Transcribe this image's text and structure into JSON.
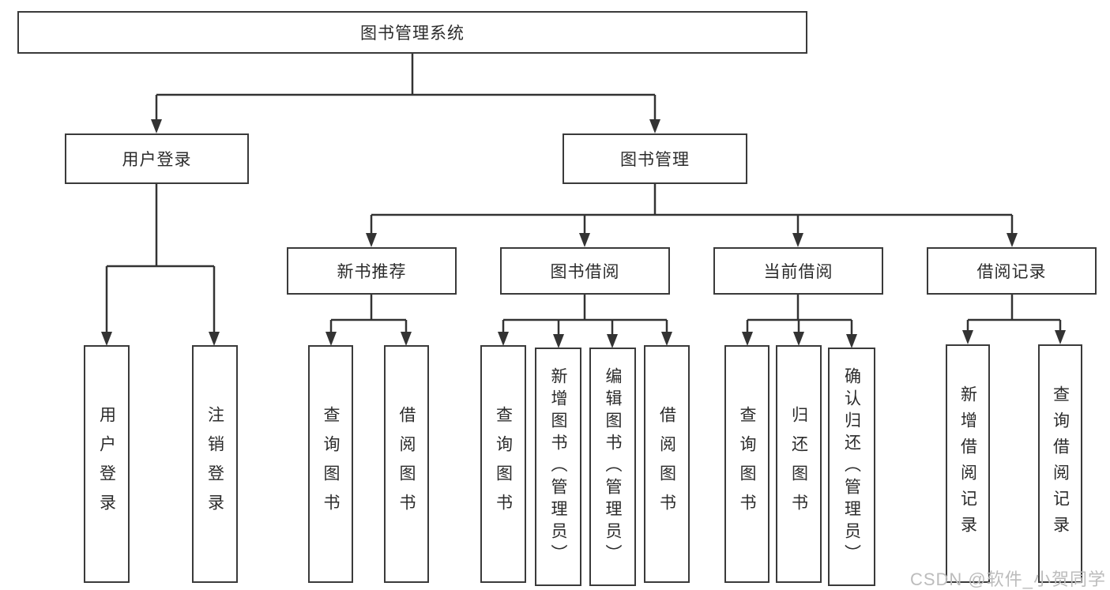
{
  "diagram": {
    "root": {
      "label": "图书管理系统"
    },
    "branches": [
      {
        "label": "用户登录",
        "leaves": [
          "用户登录",
          "注销登录"
        ]
      },
      {
        "label": "图书管理",
        "groups": [
          {
            "label": "新书推荐",
            "leaves": [
              "查询图书",
              "借阅图书"
            ]
          },
          {
            "label": "图书借阅",
            "leaves": [
              "查询图书",
              "新增图书（管理员）",
              "编辑图书（管理员）",
              "借阅图书"
            ]
          },
          {
            "label": "当前借阅",
            "leaves": [
              "查询图书",
              "归还图书",
              "确认归还（管理员）"
            ]
          },
          {
            "label": "借阅记录",
            "leaves": [
              "新增借阅记录",
              "查询借阅记录"
            ]
          }
        ]
      }
    ]
  },
  "watermark": {
    "text": "CSDN @软件_小贺同学"
  },
  "colors": {
    "line": "#333333",
    "box_border": "#3a3a3a",
    "text": "#2b2b2b",
    "background": "#ffffff",
    "watermark": "#bcbcbc"
  }
}
